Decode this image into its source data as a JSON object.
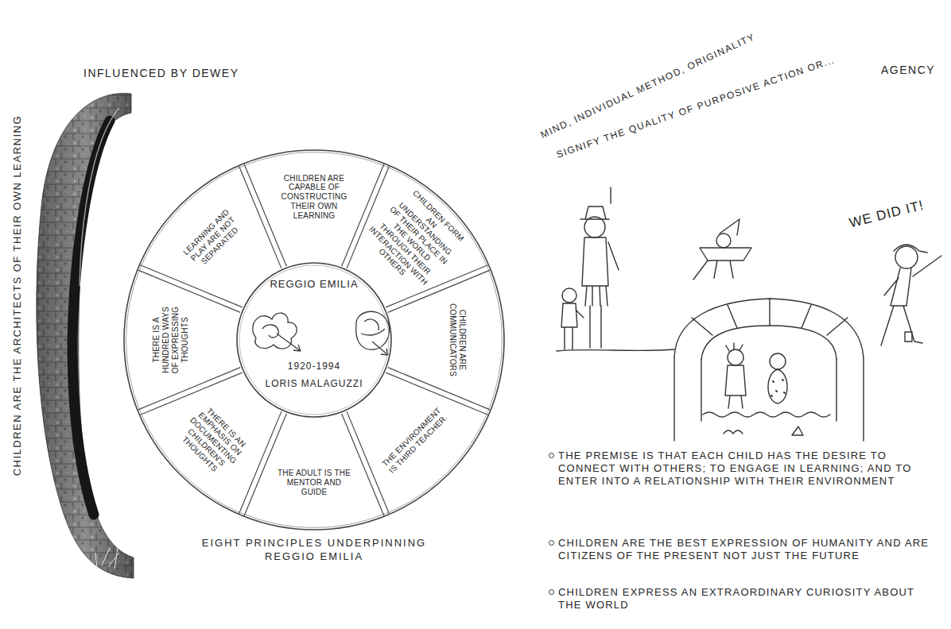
{
  "diagram": {
    "nodes": [
      {
        "text": [
          "EIGHT PRINCIPLES UNDERPINNING REGGIO EMILIA"
        ]
      },
      {
        "text": [
          "REGGIO EMILIA",
          "1920-1994",
          "LORIS MALAGUZZI"
        ],
        "in": 0
      },
      {
        "text": [
          "CHILDREN ARE CAPABLE OF CONSTRUCTING THEIR OWN LEARNING"
        ],
        "in": 0
      },
      {
        "text": [
          "CHILDREN FORM AN UNDERSTANDING OF THEIR PLACE IN THE WORLD THROUGH THEIR INTERACTION WITH OTHERS"
        ],
        "in": 0
      },
      {
        "text": [
          "CHILDREN ARE COMMUNICATORS"
        ],
        "in": 0
      },
      {
        "text": [
          "THE ENVIRONMENT IS THIRD TEACHER."
        ],
        "in": 0
      },
      {
        "text": [
          "THE ADULT IS THE MENTOR AND GUIDE"
        ],
        "in": 0
      },
      {
        "text": [
          "THERE IS AN EMPHASIS ON DOCUMENTING CHILDREN'S THOUGHTS"
        ],
        "in": 0
      },
      {
        "text": [
          "THERE IS A HUNDRED WAYS OF EXPRESSING THOUGHTS"
        ],
        "in": 0
      },
      {
        "text": [
          "LEARNING AND PLAY ARE NOT SEPARATED"
        ],
        "in": 0
      }
    ],
    "labels": [
      "INFLUENCED BY DEWEY",
      "CHILDREN ARE THE ARCHITECTS OF THEIR OWN LEARNING",
      "MIND, INDIVIDUAL METHOD, ORIGINALITY",
      "SIGNIFY THE QUALITY OF PURPOSIVE ACTION OR...",
      "AGENCY",
      "WE DID IT!",
      "THE PREMISE IS THAT EACH CHILD HAS THE DESIRE TO CONNECT WITH OTHERS; TO ENGAGE IN LEARNING; AND TO ENTER INTO A RELATIONSHIP WITH THEIR ENVIRONMENT",
      "CHILDREN ARE THE BEST EXPRESSION OF HUMANITY AND ARE CITIZENS OF THE PRESENT NOT JUST THE FUTURE",
      "CHILDREN EXPRESS AN EXTRAORDINARY CURIOSITY ABOUT THE WORLD"
    ]
  }
}
